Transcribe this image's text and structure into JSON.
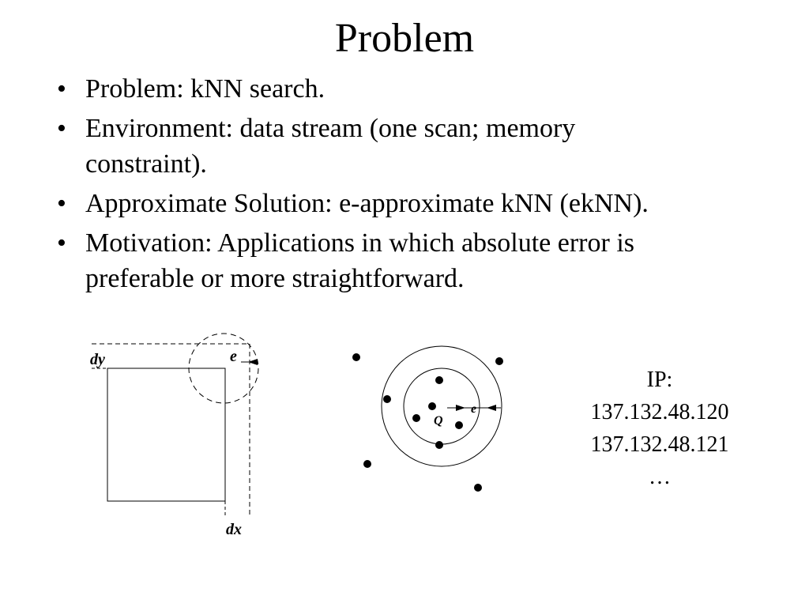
{
  "title": "Problem",
  "bullets": [
    {
      "line1": "Problem: kNN search.",
      "line2": ""
    },
    {
      "line1": "Environment: data stream (one scan; memory",
      "line2": "constraint)."
    },
    {
      "line1": "Approximate Solution: e-approximate kNN (ekNN).",
      "line2": ""
    },
    {
      "line1": "Motivation: Applications in which absolute error is",
      "line2": "preferable or more straightforward."
    }
  ],
  "bullet_symbol": "•",
  "left_figure": {
    "label_dy": "dy",
    "label_e": "e",
    "label_dx": "dx"
  },
  "middle_figure": {
    "label_q": "Q",
    "label_e": "e"
  },
  "ip": {
    "label": "IP:",
    "addresses": [
      "137.132.48.120",
      "137.132.48.121"
    ],
    "ellipsis": "…"
  }
}
